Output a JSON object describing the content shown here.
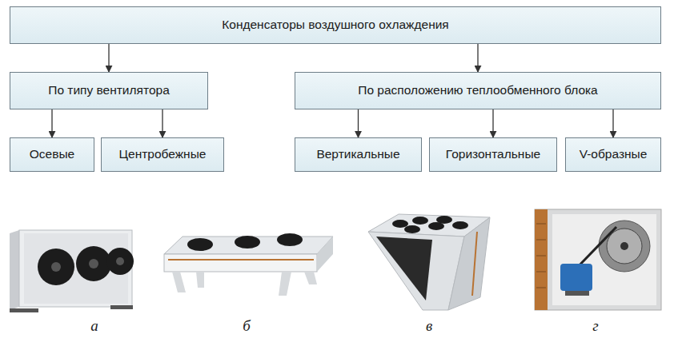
{
  "diagram": {
    "nodes": [
      {
        "text": [
          "Конденсаторы воздушного охлаждения"
        ]
      },
      {
        "text": [
          "По типу вентилятора"
        ]
      },
      {
        "text": [
          "По расположению теплообменного блока"
        ]
      },
      {
        "text": [
          "Осевые"
        ]
      },
      {
        "text": [
          "Центробежные"
        ]
      },
      {
        "text": [
          "Вертикальные"
        ]
      },
      {
        "text": [
          "Горизонтальные"
        ]
      },
      {
        "text": [
          "V-образные"
        ]
      }
    ],
    "edges": [
      {
        "from": 0,
        "to": 1,
        "arrow": "to"
      },
      {
        "from": 0,
        "to": 2,
        "arrow": "to"
      },
      {
        "from": 1,
        "to": 3,
        "arrow": "to"
      },
      {
        "from": 1,
        "to": 4,
        "arrow": "to"
      },
      {
        "from": 2,
        "to": 5,
        "arrow": "to"
      },
      {
        "from": 2,
        "to": 6,
        "arrow": "to"
      },
      {
        "from": 2,
        "to": 7,
        "arrow": "to"
      }
    ],
    "labels": [
      "а",
      "б",
      "в",
      "г"
    ]
  }
}
